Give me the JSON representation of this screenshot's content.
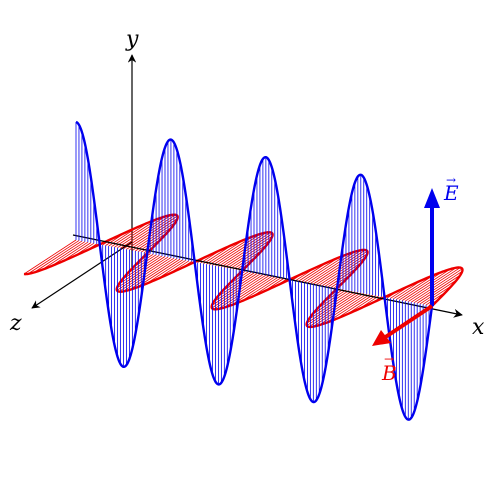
{
  "axes": {
    "x_label": "x",
    "y_label": "y",
    "z_label": "z"
  },
  "vectors": {
    "e_label": "E",
    "b_label": "B",
    "vector_arrow": "⃗"
  },
  "colors": {
    "axis": "#000000",
    "e_field": "#0000ee",
    "b_field": "#ee0000"
  },
  "wave": {
    "cycles": 3.75,
    "e_field_plane": "xy",
    "b_field_plane": "xz"
  }
}
